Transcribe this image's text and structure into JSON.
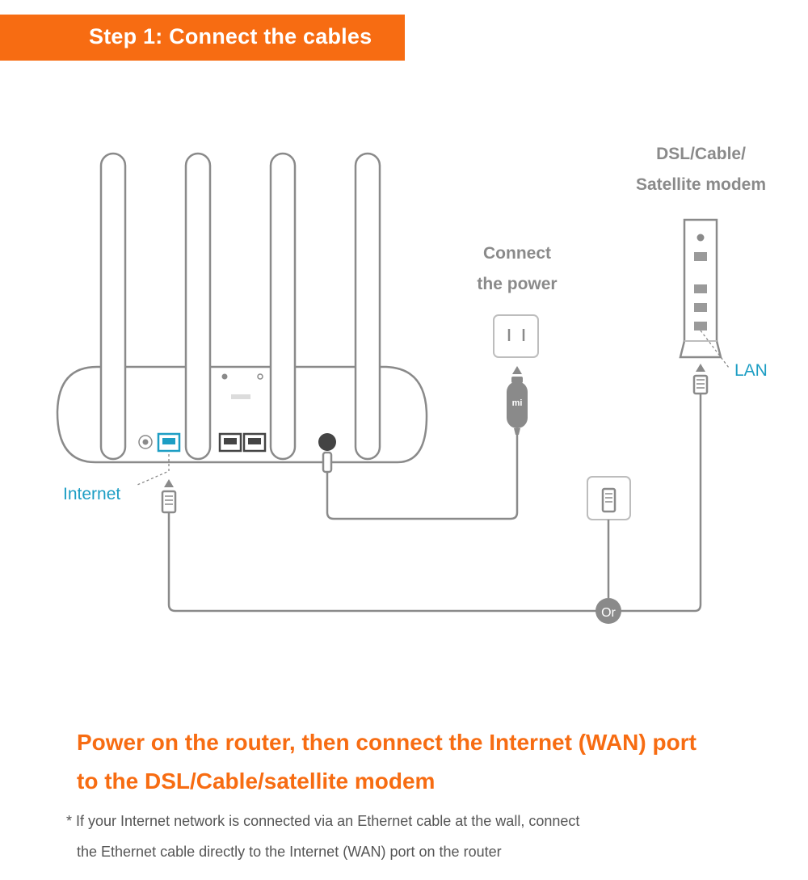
{
  "banner": {
    "title": "Step 1: Connect the cables"
  },
  "labels": {
    "modem_line1": "DSL/Cable/",
    "modem_line2": "Satellite modem",
    "power_line1": "Connect",
    "power_line2": "the power",
    "lan": "LAN",
    "internet": "Internet",
    "or": "Or",
    "adapter_logo": "mi"
  },
  "headline": {
    "line1": "Power on the router, then connect the Internet (WAN) port",
    "line2": "to the DSL/Cable/satellite modem"
  },
  "note": {
    "line1": "* If your Internet network is connected via an Ethernet cable at the wall, connect",
    "line2": "the Ethernet cable directly to the Internet (WAN) port on the router"
  },
  "colors": {
    "accent": "#f76c12",
    "port_highlight": "#1d9ec4",
    "line_gray": "#8a8a8a"
  },
  "icons": [
    "router-icon",
    "power-outlet-icon",
    "power-adapter-icon",
    "modem-icon",
    "wall-ethernet-jack-icon",
    "ethernet-plug-icon"
  ]
}
